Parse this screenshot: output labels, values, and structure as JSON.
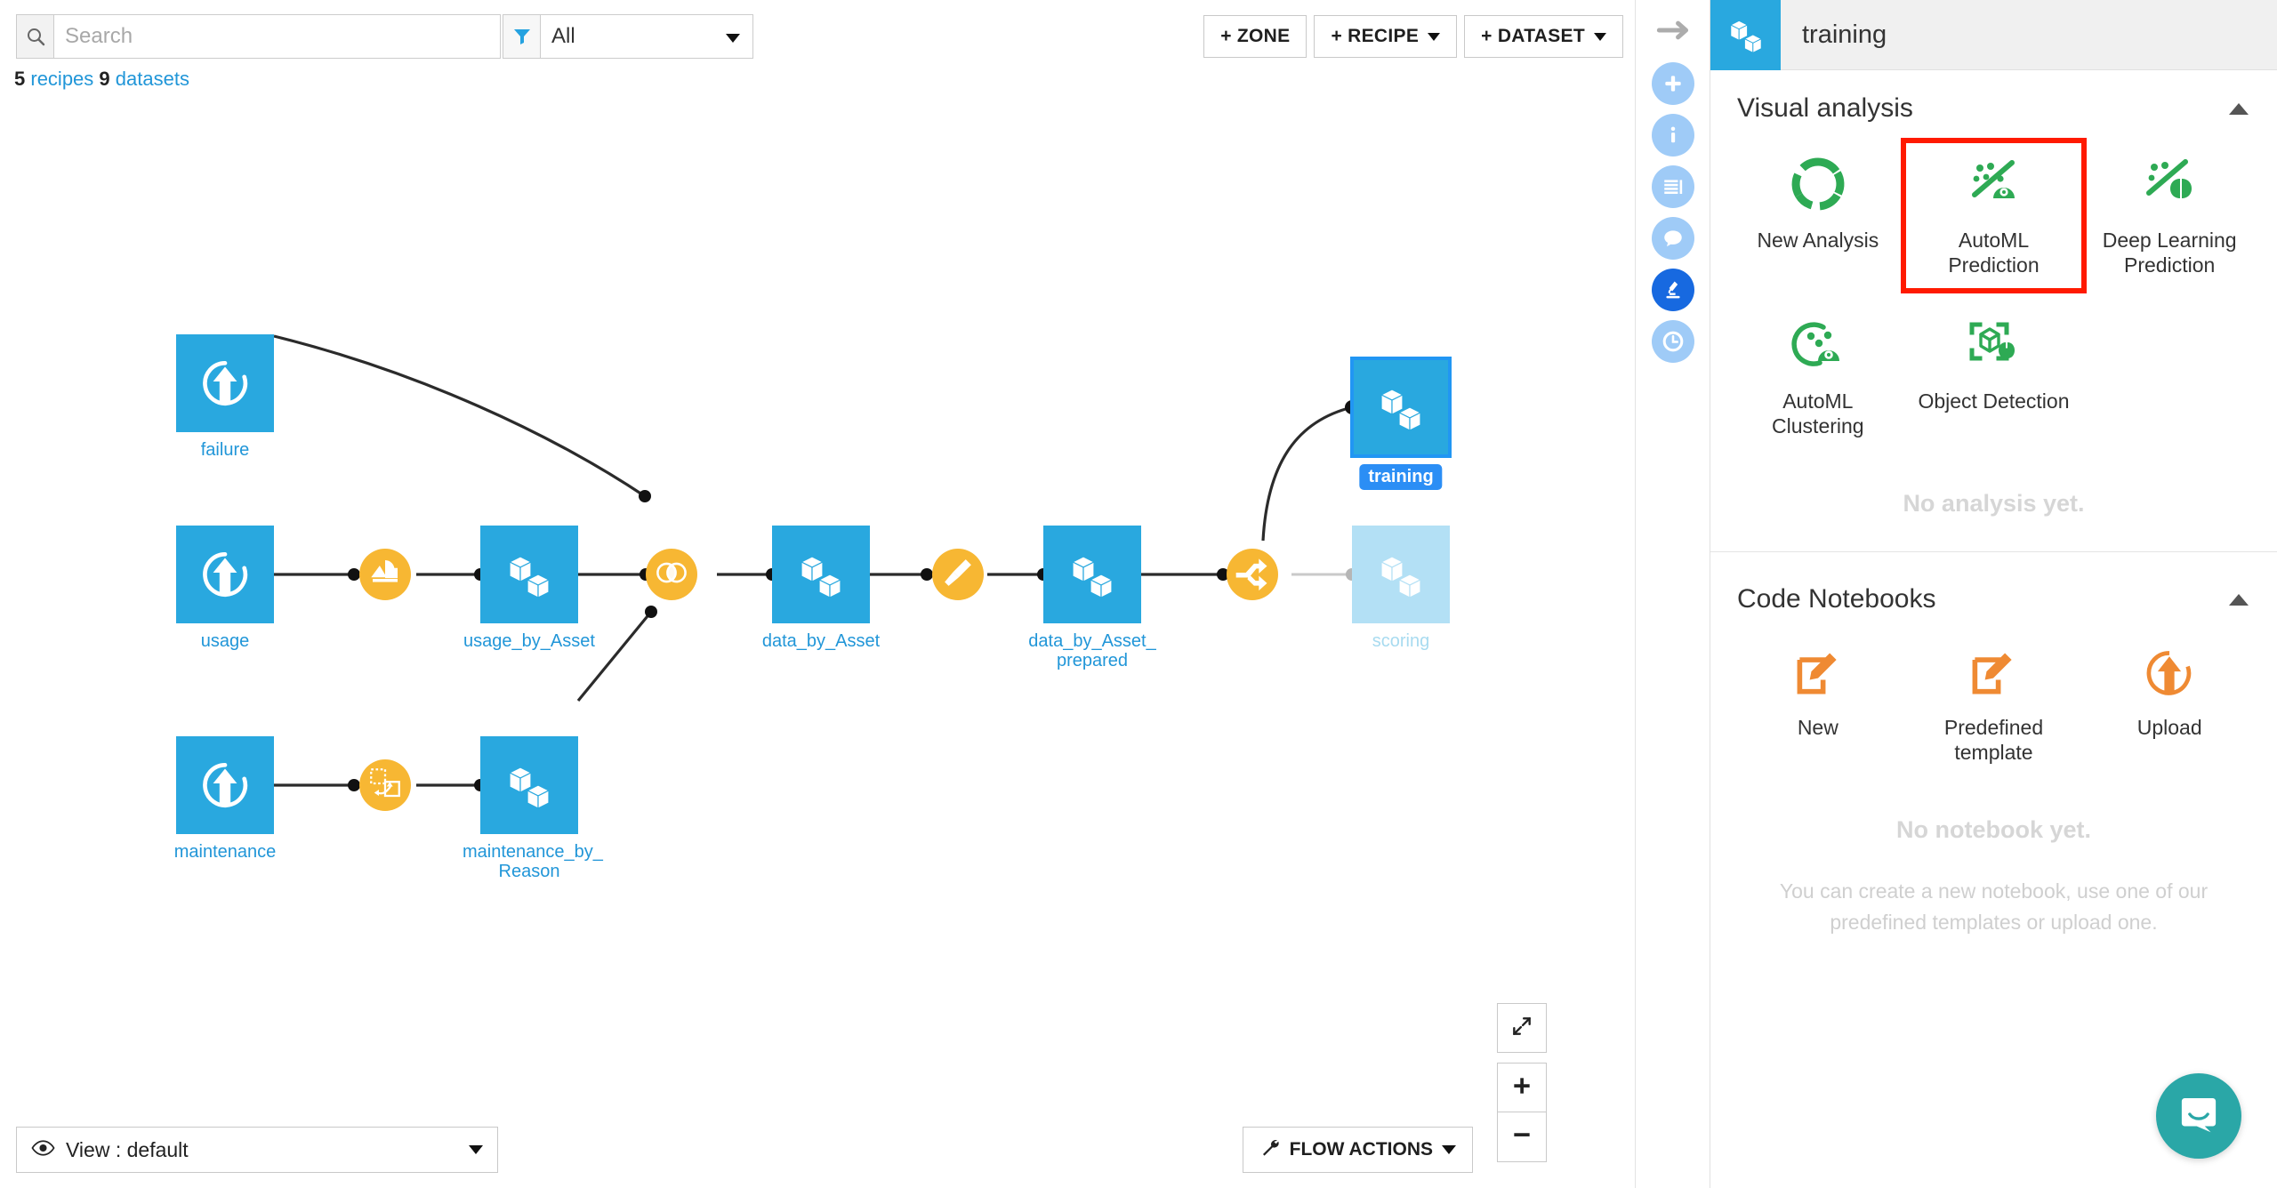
{
  "toolbar": {
    "search_placeholder": "Search",
    "search_value": "",
    "search_icon": "search-icon",
    "filter_icon": "filter-funnel-icon",
    "filter_value": "All",
    "counts_recipes_number": "5",
    "counts_recipes_label": "recipes",
    "counts_datasets_number": "9",
    "counts_datasets_label": "datasets",
    "zone_button": "+ ZONE",
    "recipe_button": "+ RECIPE",
    "dataset_button": "+ DATASET"
  },
  "flow": {
    "nodes": [
      {
        "id": "failure",
        "label": "failure",
        "type": "dataset-upload",
        "state": "normal"
      },
      {
        "id": "usage",
        "label": "usage",
        "type": "dataset-upload",
        "state": "normal"
      },
      {
        "id": "maintenance",
        "label": "maintenance",
        "type": "dataset-upload",
        "state": "normal"
      },
      {
        "id": "usage_by_Asset",
        "label": "usage_by_Asset",
        "type": "dataset",
        "state": "normal"
      },
      {
        "id": "maintenance_by_Reason",
        "label": "maintenance_by_ Reason",
        "type": "dataset",
        "state": "normal"
      },
      {
        "id": "data_by_Asset",
        "label": "data_by_Asset",
        "type": "dataset",
        "state": "normal"
      },
      {
        "id": "data_by_Asset_prepared",
        "label": "data_by_Asset_ prepared",
        "type": "dataset",
        "state": "normal"
      },
      {
        "id": "training",
        "label": "training",
        "type": "dataset",
        "state": "selected"
      },
      {
        "id": "scoring",
        "label": "scoring",
        "type": "dataset",
        "state": "faded"
      }
    ],
    "recipes": [
      {
        "id": "group-usage",
        "icon": "group-recipe-icon"
      },
      {
        "id": "pivot-maintenance",
        "icon": "pivot-recipe-icon"
      },
      {
        "id": "join",
        "icon": "join-recipe-icon"
      },
      {
        "id": "prepare",
        "icon": "prepare-broom-recipe-icon"
      },
      {
        "id": "split",
        "icon": "split-recipe-icon"
      }
    ],
    "view_selector": {
      "icon": "eye-icon",
      "label": "View : default"
    },
    "flow_actions_button": {
      "icon": "wrench-icon",
      "label": "FLOW ACTIONS"
    },
    "zoom_controls": {
      "fit": "fit-screen-icon",
      "zoom_in": "+",
      "zoom_out": "−"
    }
  },
  "right_rail": {
    "items": [
      {
        "name": "collapse-panel-arrow",
        "icon": "arrow-right-icon",
        "active": false
      },
      {
        "name": "add-item",
        "icon": "plus-icon",
        "active": false
      },
      {
        "name": "details-info",
        "icon": "info-icon",
        "active": false
      },
      {
        "name": "schema-list",
        "icon": "list-icon",
        "active": false
      },
      {
        "name": "discussions",
        "icon": "chat-bubble-icon",
        "active": false
      },
      {
        "name": "lab",
        "icon": "microscope-icon",
        "active": true
      },
      {
        "name": "history",
        "icon": "clock-icon",
        "active": false
      }
    ]
  },
  "right_panel": {
    "header": {
      "icon": "dataset-cubes-icon",
      "title": "training"
    },
    "visual_analysis": {
      "title": "Visual analysis",
      "collapse_icon": "chevron-up-icon",
      "tiles": [
        {
          "id": "new-analysis",
          "label": "New Analysis",
          "icon": "donut-segments-icon",
          "highlighted": false
        },
        {
          "id": "automl-prediction",
          "label": "AutoML Prediction",
          "icon": "automl-prediction-icon",
          "highlighted": true
        },
        {
          "id": "deep-learning-prediction",
          "label": "Deep Learning Prediction",
          "icon": "deep-learning-brain-icon",
          "highlighted": false
        },
        {
          "id": "automl-clustering",
          "label": "AutoML Clustering",
          "icon": "automl-clustering-icon",
          "highlighted": false
        },
        {
          "id": "object-detection",
          "label": "Object Detection",
          "icon": "object-detection-icon",
          "highlighted": false
        }
      ],
      "empty_message": "No analysis yet."
    },
    "code_notebooks": {
      "title": "Code Notebooks",
      "collapse_icon": "chevron-up-icon",
      "tiles": [
        {
          "id": "new-notebook",
          "label": "New",
          "icon": "pencil-square-icon"
        },
        {
          "id": "predefined-template",
          "label": "Predefined template",
          "icon": "pencil-square-icon"
        },
        {
          "id": "upload-notebook",
          "label": "Upload",
          "icon": "upload-circle-icon"
        }
      ],
      "empty_message": "No notebook yet.",
      "hint": "You can create a new notebook, use one of our predefined templates or upload one."
    }
  },
  "intercom": {
    "icon": "intercom-chat-icon"
  },
  "colors": {
    "dataset_blue": "#29a8df",
    "dataset_faded_blue": "#b3e0f5",
    "recipe_orange": "#f7b733",
    "link_blue": "#2196d8",
    "selected_blue": "#2b8ef5",
    "green_icon": "#2eaa54",
    "orange_icon": "#ef8a33",
    "highlight_red": "#ff1a00",
    "intercom_teal": "#2aa7a7",
    "rail_active_blue": "#1769e0"
  }
}
